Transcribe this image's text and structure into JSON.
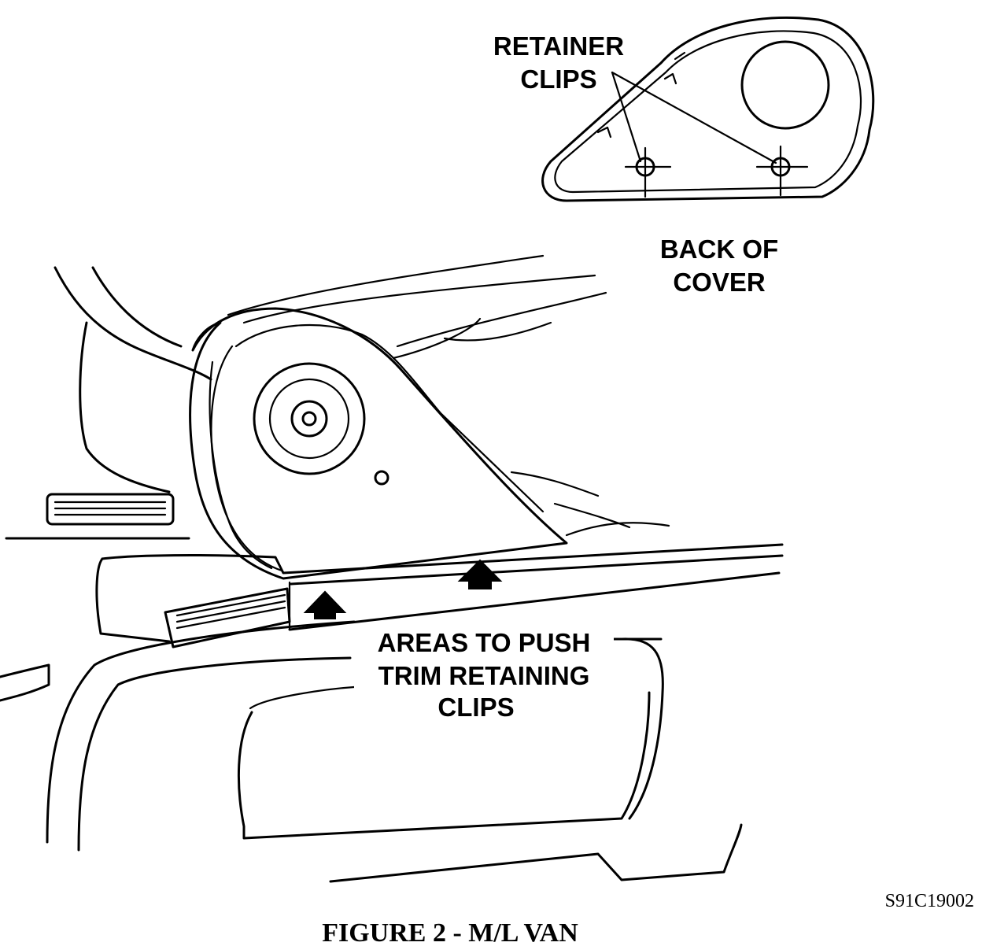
{
  "labels": {
    "retainer_line1": "RETAINER",
    "retainer_line2": "CLIPS",
    "back_line1": "BACK OF",
    "back_line2": "COVER",
    "areas_line1": "AREAS TO PUSH",
    "areas_line2": "TRIM RETAINING",
    "areas_line3": "CLIPS"
  },
  "figure_code": "S91C19002",
  "caption": "FIGURE 2 - M/L VAN",
  "colors": {
    "ink": "#000000",
    "paper": "#ffffff"
  }
}
